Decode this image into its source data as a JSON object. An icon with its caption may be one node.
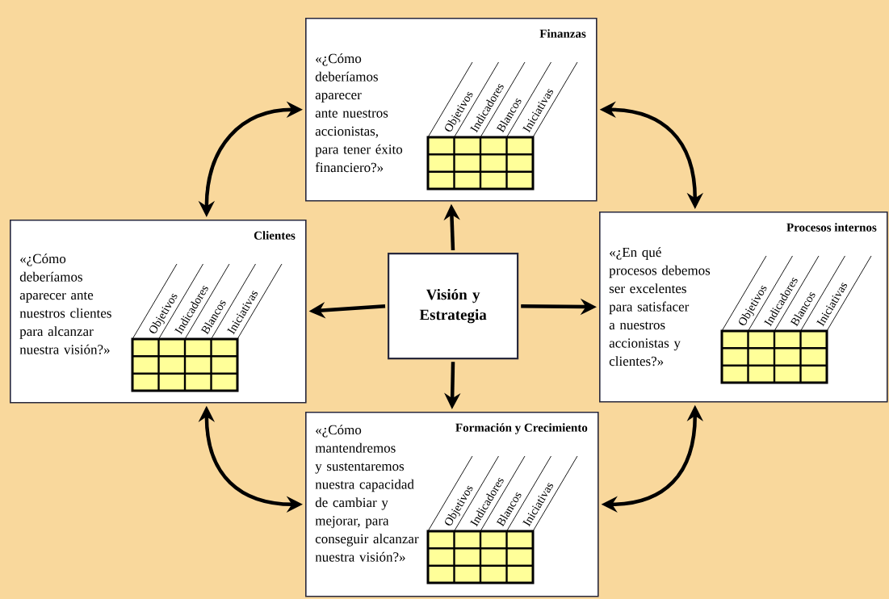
{
  "diagram": {
    "nodes": [
      {
        "text": [
          "Finanzas",
          "«¿Cómo deberíamos aparecer ante nuestros accionistas, para tener éxito financiero?»",
          "Objetivos",
          "Indicadores",
          "Blancos",
          "Iniciativas"
        ]
      },
      {
        "text": [
          "Clientes",
          "«¿Cómo deberíamos aparecer ante nuestros clientes para alcanzar nuestra visión?»",
          "Objetivos",
          "Indicadores",
          "Blancos",
          "Iniciativas"
        ]
      },
      {
        "text": [
          "Visión y Estrategia"
        ]
      },
      {
        "text": [
          "Procesos internos",
          "«¿En qué procesos debemos ser excelentes para satisfacer a nuestros accionistas y clientes?»",
          "Objetivos",
          "Indicadores",
          "Blancos",
          "Iniciativas"
        ]
      },
      {
        "text": [
          "Formación y Crecimiento",
          "«¿Cómo mantendremos y sustentaremos nuestra capacidad de cambiar y mejorar, para conseguir alcanzar nuestra visión?»",
          "Objetivos",
          "Indicadores",
          "Blancos",
          "Iniciativas"
        ]
      }
    ],
    "edges": [
      {
        "from": 2,
        "to": 0,
        "arrow": "to"
      },
      {
        "from": 2,
        "to": 1,
        "arrow": "to"
      },
      {
        "from": 2,
        "to": 3,
        "arrow": "to"
      },
      {
        "from": 2,
        "to": 4,
        "arrow": "to"
      },
      {
        "from": 0,
        "to": 1,
        "arrow": "both"
      },
      {
        "from": 0,
        "to": 3,
        "arrow": "both"
      },
      {
        "from": 1,
        "to": 4,
        "arrow": "both"
      },
      {
        "from": 3,
        "to": 4,
        "arrow": "both"
      }
    ]
  }
}
